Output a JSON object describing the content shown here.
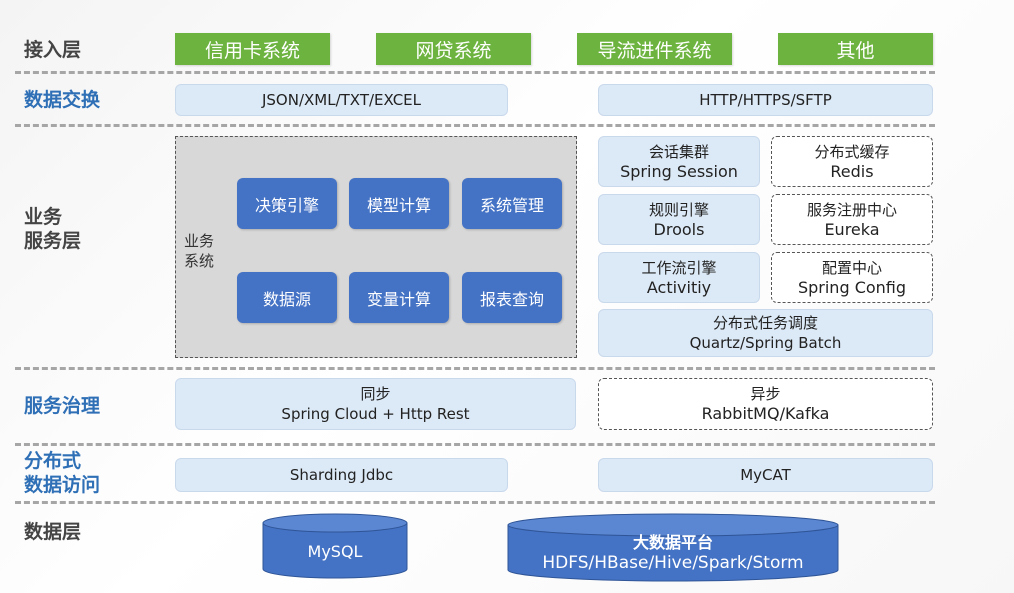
{
  "layers": {
    "access": "接入层",
    "exchange": "数据交换",
    "business_line1": "业务",
    "business_line2": "服务层",
    "governance": "服务治理",
    "distributed_line1": "分布式",
    "distributed_line2": "数据访问",
    "data": "数据层"
  },
  "access_systems": [
    "信用卡系统",
    "网贷系统",
    "导流进件系统",
    "其他"
  ],
  "exchange": {
    "left": "JSON/XML/TXT/EXCEL",
    "right": "HTTP/HTTPS/SFTP"
  },
  "business": {
    "panel_line1": "业务",
    "panel_line2": "系统",
    "modules": [
      "决策引擎",
      "模型计算",
      "系统管理",
      "数据源",
      "变量计算",
      "报表查询"
    ],
    "session_title": "会话集群",
    "session_sub": "Spring Session",
    "cache_title": "分布式缓存",
    "cache_sub": "Redis",
    "rules_title": "规则引擎",
    "rules_sub": "Drools",
    "registry_title": "服务注册中心",
    "registry_sub": "Eureka",
    "workflow_title": "工作流引擎",
    "workflow_sub": "Activitiy",
    "config_title": "配置中心",
    "config_sub": "Spring Config",
    "task_title": "分布式任务调度",
    "task_sub": "Quartz/Spring Batch"
  },
  "governance": {
    "sync_title": "同步",
    "sync_sub": "Spring Cloud + Http Rest",
    "async_title": "异步",
    "async_sub": "RabbitMQ/Kafka"
  },
  "distributed": {
    "left": "Sharding Jdbc",
    "right": "MyCAT"
  },
  "data": {
    "mysql": "MySQL",
    "bigdata_title": "大数据平台",
    "bigdata_sub": "HDFS/HBase/Hive/Spark/Storm"
  },
  "colors": {
    "green": "#6db33f",
    "blue_module": "#4472c4",
    "light_blue": "#dce9f6",
    "label_blue": "#2e6fb6",
    "db_blue": "#4472c4"
  }
}
